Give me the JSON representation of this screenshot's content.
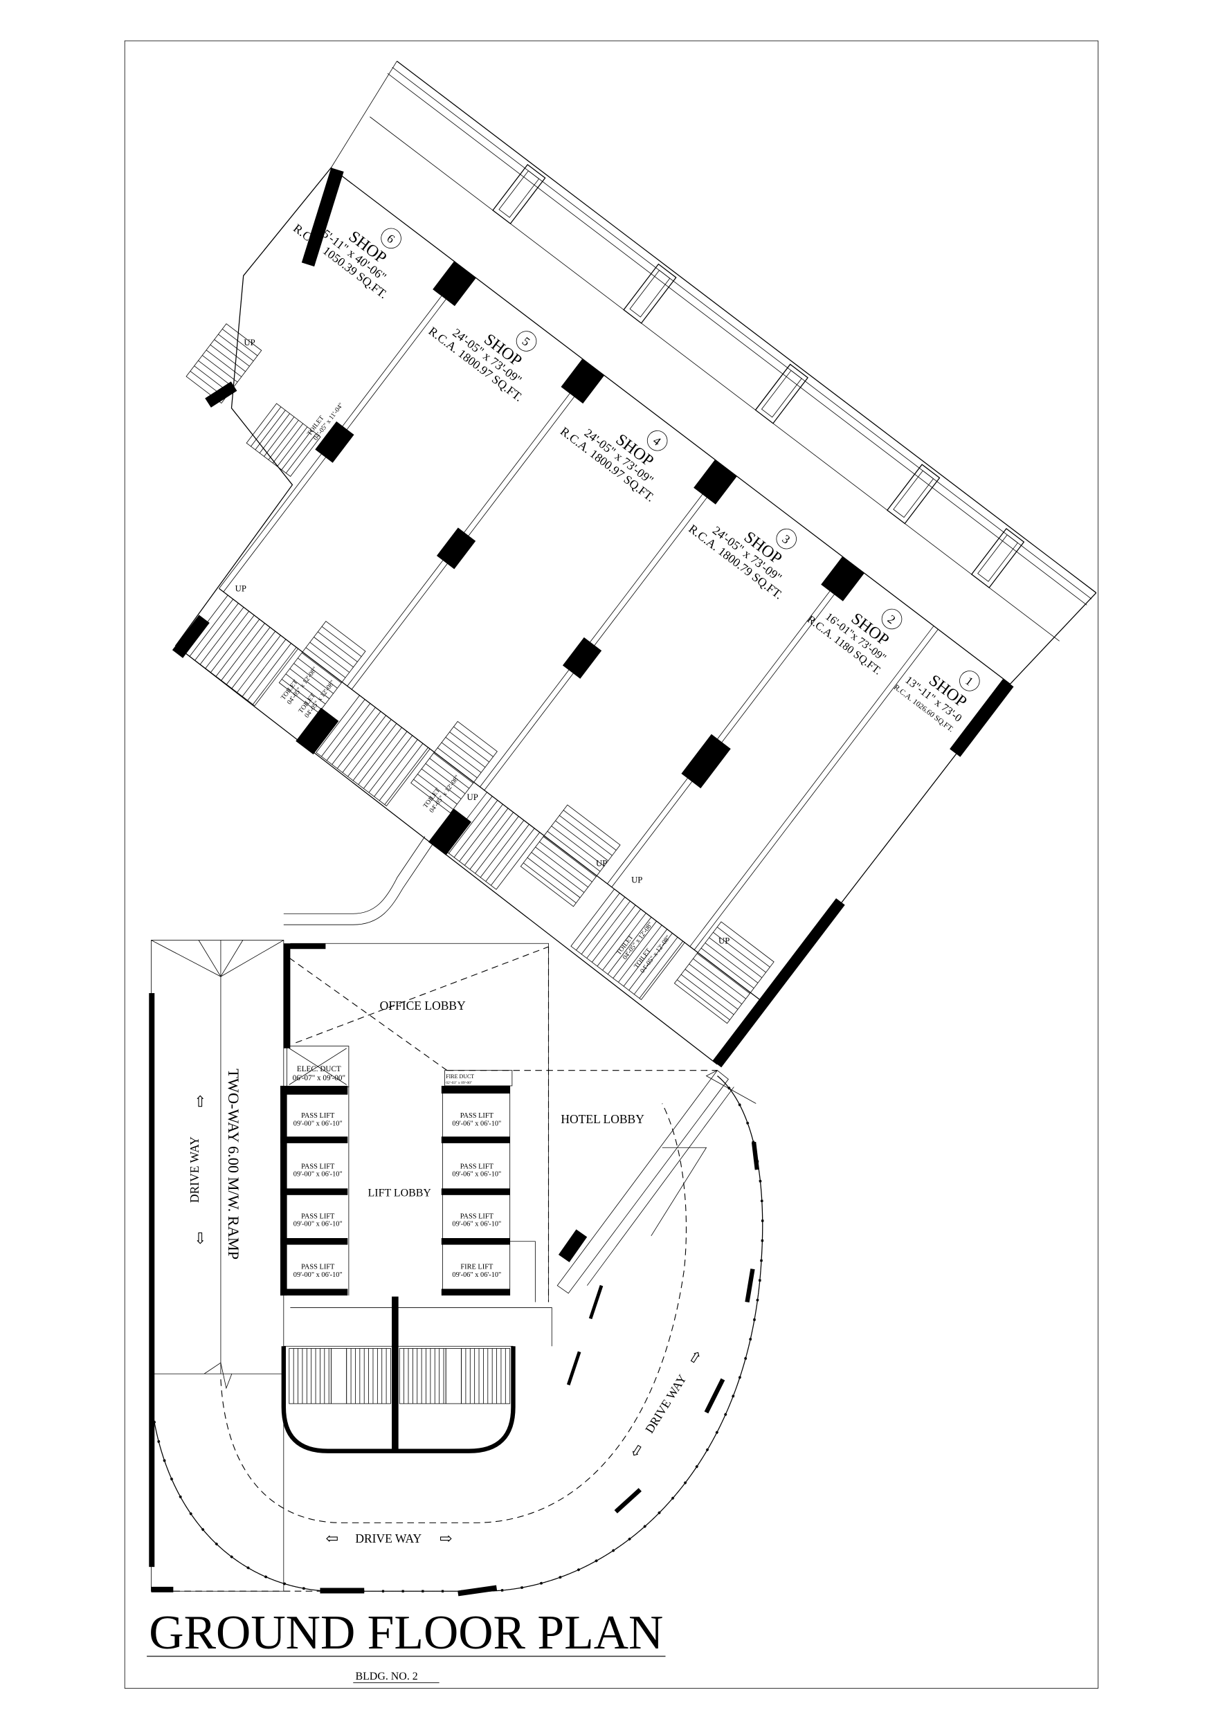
{
  "title": "GROUND FLOOR PLAN",
  "subtitle": "BLDG. NO. 2",
  "stair_label": "UP",
  "shops": [
    {
      "number": "6",
      "label": "SHOP",
      "size": "25'-11\" x 40'-06\"",
      "area": "R.C.A. 1050.39 SQ.FT."
    },
    {
      "number": "5",
      "label": "SHOP",
      "size": "24'-05\" x 73'-09\"",
      "area": "R.C.A. 1800.97 SQ.FT."
    },
    {
      "number": "4",
      "label": "SHOP",
      "size": "24'-05\" x 73'-09\"",
      "area": "R.C.A. 1800.97 SQ.FT."
    },
    {
      "number": "3",
      "label": "SHOP",
      "size": "24'-05\" x 73'-09\"",
      "area": "R.C.A. 1800.79 SQ.FT."
    },
    {
      "number": "2",
      "label": "SHOP",
      "size": "16'-01\"x 73'-09\"",
      "area": "R.C.A. 1180 SQ.FT."
    },
    {
      "number": "1",
      "label": "SHOP",
      "size": "13\"-11\" x 73'-0",
      "area": "R.C.A. 1026.60 SQ.FT."
    }
  ],
  "toilets": [
    {
      "label": "TOILET",
      "size": "04'-05\" x 11'-04\""
    },
    {
      "label": "TOILET",
      "size": "04'-05\" x 12'-08\""
    },
    {
      "label": "TOILET",
      "size": "04'-05\" x 12'-08\""
    },
    {
      "label": "TOILET",
      "size": "04'-05\" x 12'-08\""
    },
    {
      "label": "TOILET",
      "size": "04'-05\" x 12'-08\""
    },
    {
      "label": "TOILET",
      "size": "04'-05\" x 12'-08\""
    }
  ],
  "rooms": {
    "office_lobby": "OFFICE LOBBY",
    "lift_lobby": "LIFT LOBBY",
    "hotel_lobby": "HOTEL LOBBY"
  },
  "elec_duct": {
    "label": "ELEC. DUCT",
    "size": "06'-07\" x 09'-00\""
  },
  "fire_duct": {
    "label": "FIRE DUCT",
    "size": "02'-03\" x 09'-00\""
  },
  "lifts_left": [
    {
      "label": "PASS LIFT",
      "size": "09'-00\" x 06'-10\""
    },
    {
      "label": "PASS LIFT",
      "size": "09'-00\" x 06'-10\""
    },
    {
      "label": "PASS LIFT",
      "size": "09'-00\" x 06'-10\""
    },
    {
      "label": "PASS LIFT",
      "size": "09'-00\" x 06'-10\""
    }
  ],
  "lifts_right": [
    {
      "label": "PASS LIFT",
      "size": "09'-06\" x 06'-10\""
    },
    {
      "label": "PASS LIFT",
      "size": "09'-06\" x 06'-10\""
    },
    {
      "label": "PASS LIFT",
      "size": "09'-06\" x 06'-10\""
    },
    {
      "label": "FIRE LIFT",
      "size": "09'-06\" x 06'-10\""
    }
  ],
  "ramp_label": "TWO-WAY 6.00 M/W. RAMP",
  "driveway_label": "DRIVE WAY",
  "arrow_left": "⇦",
  "arrow_right": "⇨"
}
